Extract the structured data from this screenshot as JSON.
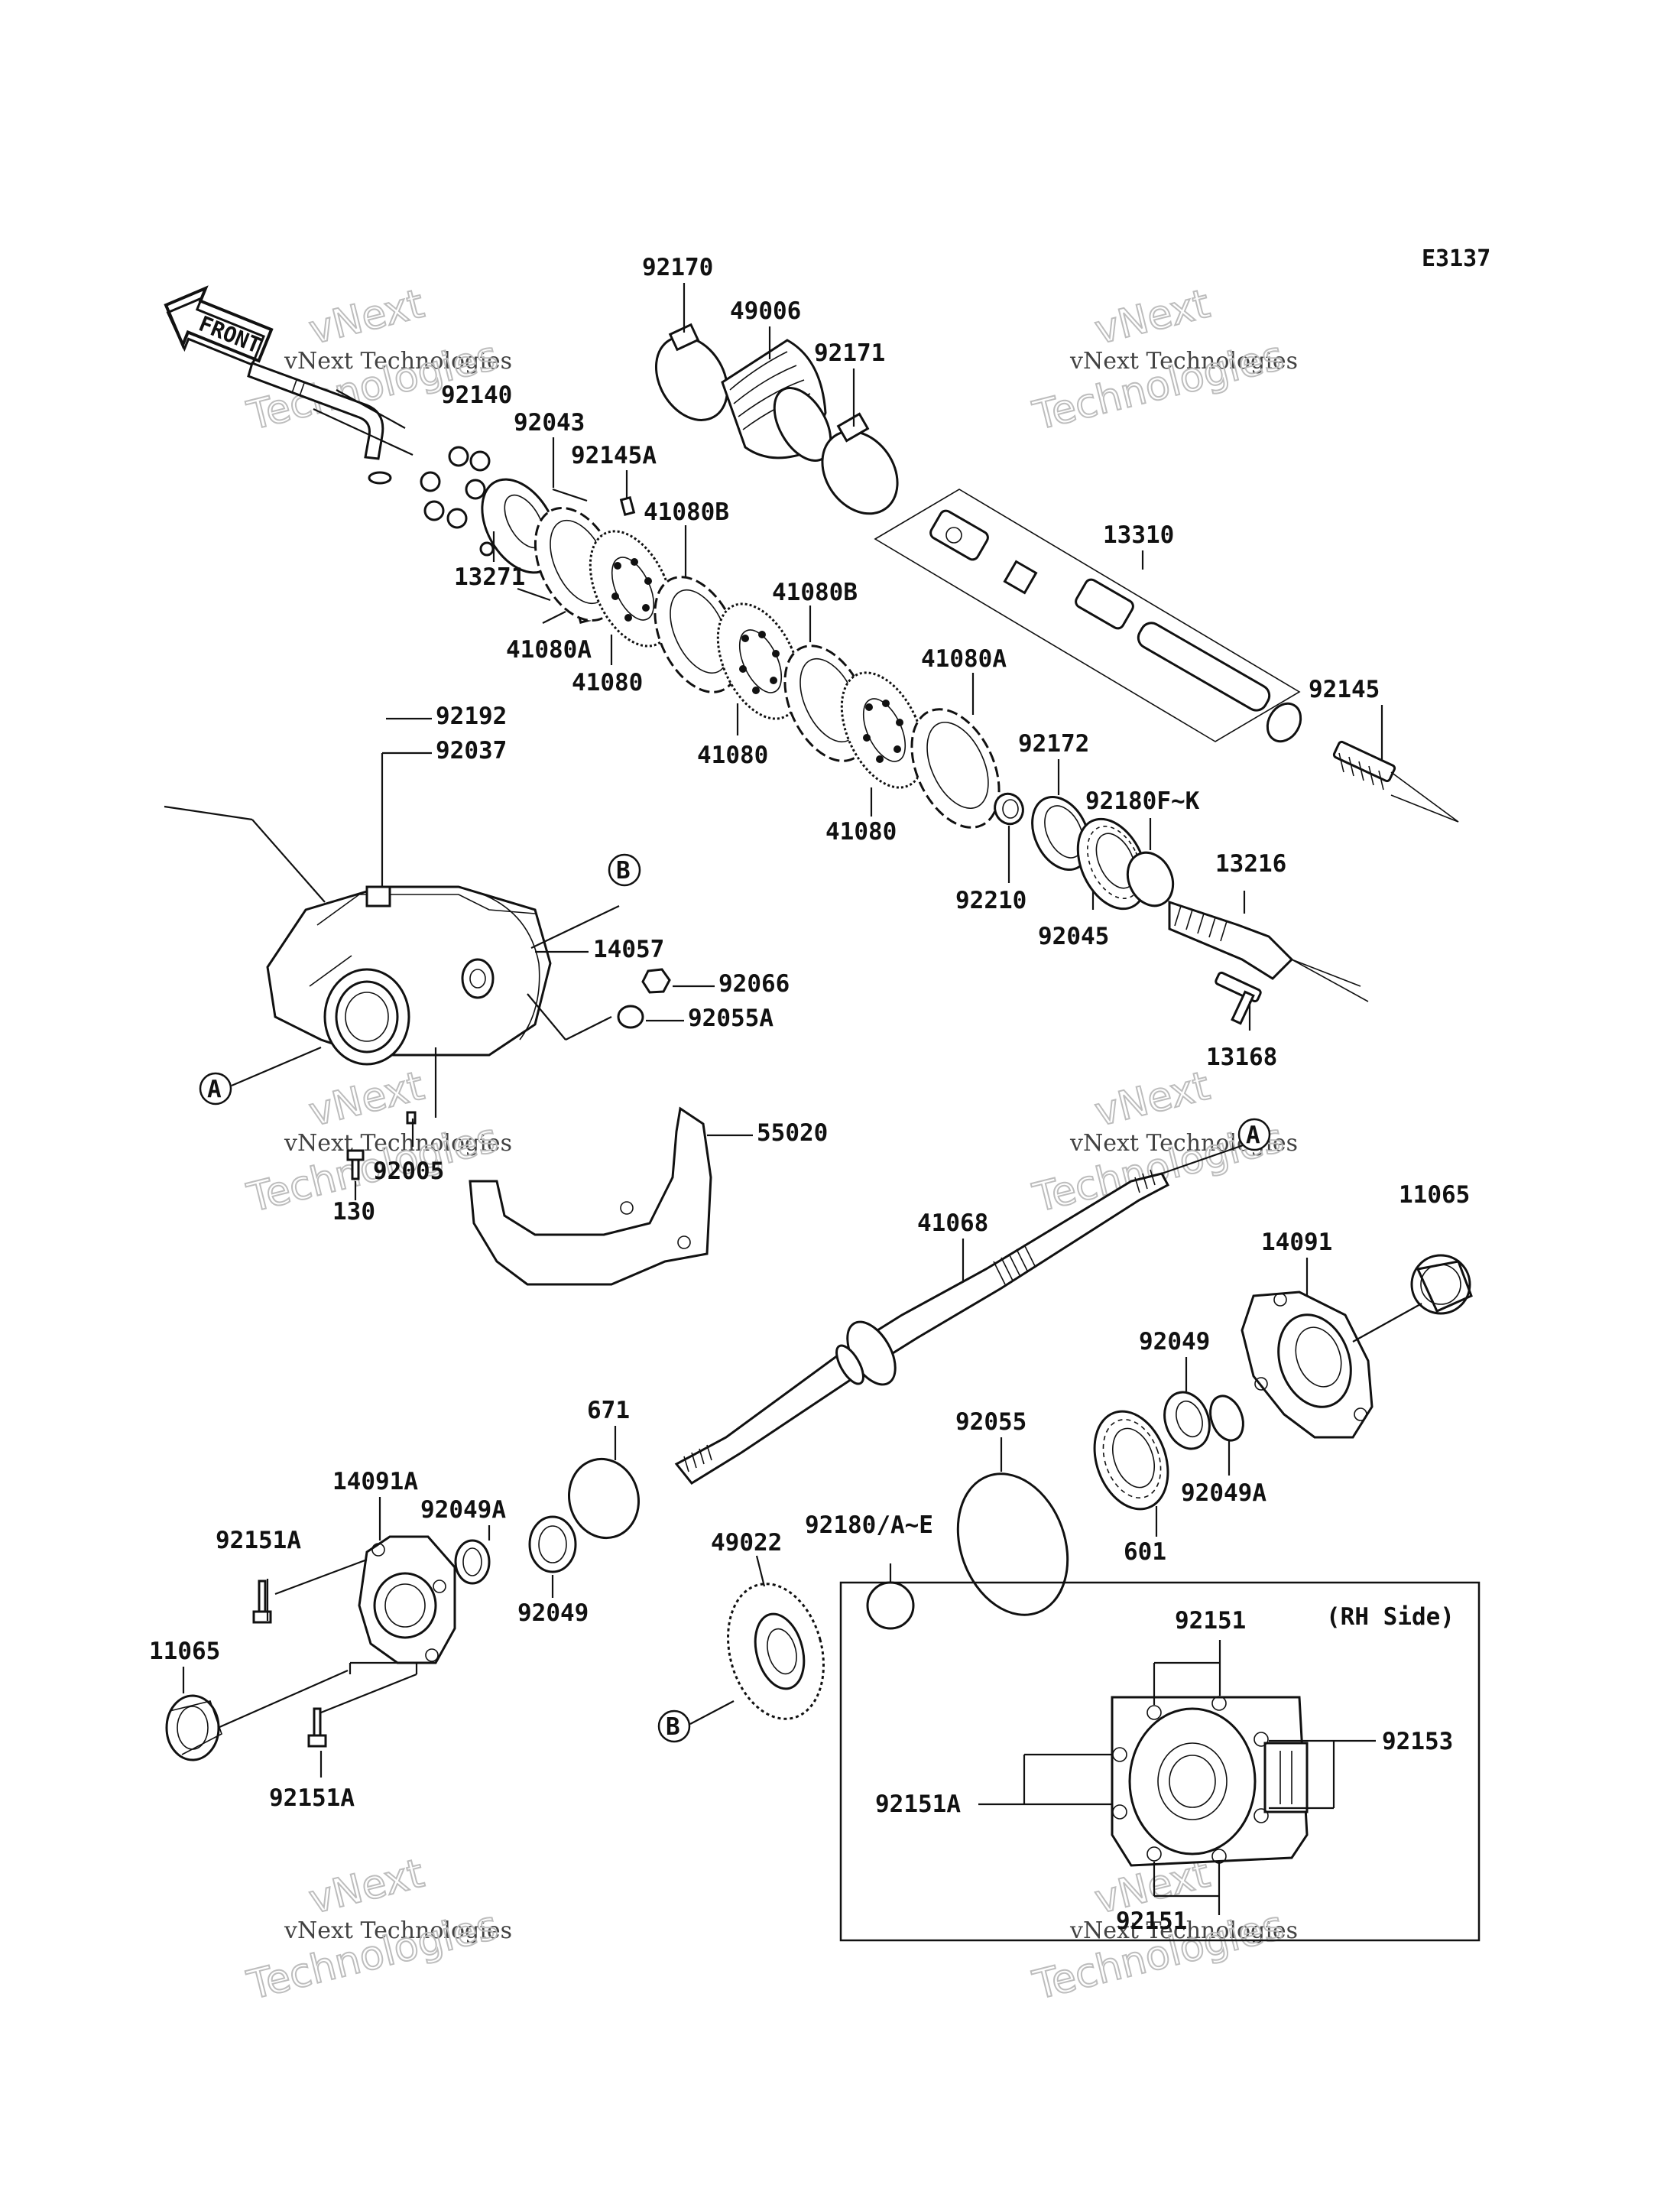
{
  "diagram_code": "E3137",
  "front_arrow_label": "FRONT",
  "rh_side_label": "(RH Side)",
  "watermark": {
    "line1": "vNext Technologies",
    "line2": "vNext Technologies"
  },
  "callout_letters": {
    "a": "A",
    "b": "B"
  },
  "parts": {
    "p92170": "92170",
    "p49006": "49006",
    "p92171": "92171",
    "p92140": "92140",
    "p92043": "92043",
    "p92145A": "92145A",
    "p41080B_1": "41080B",
    "p41080B_2": "41080B",
    "p13271": "13271",
    "p41080A_1": "41080A",
    "p41080_1": "41080",
    "p41080_2": "41080",
    "p41080A_2": "41080A",
    "p41080_3": "41080",
    "p13310": "13310",
    "p92145": "92145",
    "p92192": "92192",
    "p92037": "92037",
    "p92172": "92172",
    "p92180FK": "92180F~K",
    "p92210": "92210",
    "p92045": "92045",
    "p13216": "13216",
    "p14057": "14057",
    "p92066": "92066",
    "p92055A": "92055A",
    "p13168": "13168",
    "p55020": "55020",
    "p92005": "92005",
    "p130": "130",
    "p41068": "41068",
    "p14091": "14091",
    "p11065_1": "11065",
    "p92049_1": "92049",
    "p671": "671",
    "p92055": "92055",
    "p14091A": "14091A",
    "p92049A_1": "92049A",
    "p92049A_2": "92049A",
    "p92180AE": "92180/A~E",
    "p601": "601",
    "p49022": "49022",
    "p92151A_1": "92151A",
    "p92049_2": "92049",
    "p11065_2": "11065",
    "p92151A_2": "92151A",
    "p92151_1": "92151",
    "p92153": "92153",
    "p92151A_3": "92151A",
    "p92151_2": "92151"
  }
}
